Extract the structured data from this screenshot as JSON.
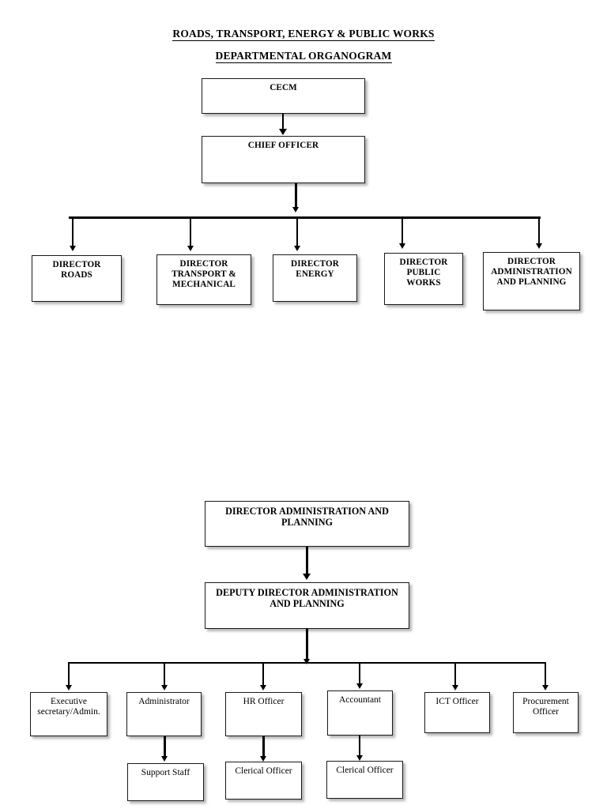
{
  "document": {
    "title_line_1": "ROADS, TRANSPORT, ENERGY & PUBLIC WORKS",
    "title_line_2": "DEPARTMENTAL ORGANOGRAM"
  },
  "chart_data": {
    "type": "diagram",
    "title": "ROADS, TRANSPORT, ENERGY & PUBLIC WORKS DEPARTMENTAL ORGANOGRAM",
    "charts": [
      {
        "name": "departmental-organogram",
        "levels": [
          {
            "level": 0,
            "nodes": [
              "CECM"
            ]
          },
          {
            "level": 1,
            "nodes": [
              "CHIEF OFFICER"
            ]
          },
          {
            "level": 2,
            "nodes": [
              "DIRECTOR\nROADS",
              "DIRECTOR\nTRANSPORT &\nMECHANICAL",
              "DIRECTOR\nENERGY",
              "DIRECTOR\nPUBLIC\nWORKS",
              "DIRECTOR\nADMINISTRATION\nAND PLANNING"
            ]
          }
        ],
        "edges": [
          {
            "from": "CECM",
            "to": "CHIEF OFFICER"
          },
          {
            "from": "CHIEF OFFICER",
            "to": "DIRECTOR ROADS"
          },
          {
            "from": "CHIEF OFFICER",
            "to": "DIRECTOR TRANSPORT & MECHANICAL"
          },
          {
            "from": "CHIEF OFFICER",
            "to": "DIRECTOR ENERGY"
          },
          {
            "from": "CHIEF OFFICER",
            "to": "DIRECTOR PUBLIC WORKS"
          },
          {
            "from": "CHIEF OFFICER",
            "to": "DIRECTOR ADMINISTRATION AND PLANNING"
          }
        ]
      },
      {
        "name": "administration-and-planning-organogram",
        "levels": [
          {
            "level": 0,
            "nodes": [
              "DIRECTOR ADMINISTRATION AND PLANNING"
            ]
          },
          {
            "level": 1,
            "nodes": [
              "DEPUTY DIRECTOR ADMINISTRATION AND PLANNING"
            ]
          },
          {
            "level": 2,
            "nodes": [
              "Executive secretary/Admin.",
              "Administrator",
              "HR Officer",
              "Accountant",
              "ICT Officer",
              "Procurement Officer"
            ]
          },
          {
            "level": 3,
            "nodes": [
              "Support Staff",
              "Clerical Officer",
              "Clerical Officer"
            ]
          }
        ],
        "edges": [
          {
            "from": "DIRECTOR ADMINISTRATION AND PLANNING",
            "to": "DEPUTY DIRECTOR ADMINISTRATION AND PLANNING"
          },
          {
            "from": "DEPUTY DIRECTOR ADMINISTRATION AND PLANNING",
            "to": "Executive secretary/Admin."
          },
          {
            "from": "DEPUTY DIRECTOR ADMINISTRATION AND PLANNING",
            "to": "Administrator"
          },
          {
            "from": "DEPUTY DIRECTOR ADMINISTRATION AND PLANNING",
            "to": "HR Officer"
          },
          {
            "from": "DEPUTY DIRECTOR ADMINISTRATION AND PLANNING",
            "to": "Accountant"
          },
          {
            "from": "DEPUTY DIRECTOR ADMINISTRATION AND PLANNING",
            "to": "ICT Officer"
          },
          {
            "from": "DEPUTY DIRECTOR ADMINISTRATION AND PLANNING",
            "to": "Procurement Officer"
          },
          {
            "from": "Administrator",
            "to": "Support Staff"
          },
          {
            "from": "HR Officer",
            "to": "Clerical Officer"
          },
          {
            "from": "Accountant",
            "to": "Clerical Officer"
          }
        ]
      }
    ]
  },
  "org_top": {
    "cecm": "CECM",
    "chief_officer": "CHIEF OFFICER",
    "directors": [
      {
        "label": "DIRECTOR\nROADS"
      },
      {
        "label": "DIRECTOR\nTRANSPORT &\nMECHANICAL"
      },
      {
        "label": "DIRECTOR\nENERGY"
      },
      {
        "label": "DIRECTOR\nPUBLIC\nWORKS"
      },
      {
        "label": "DIRECTOR\nADMINISTRATION\nAND PLANNING"
      }
    ]
  },
  "org_admin": {
    "director": "DIRECTOR ADMINISTRATION AND\nPLANNING",
    "deputy_director": "DEPUTY DIRECTOR ADMINISTRATION\nAND PLANNING",
    "officers": [
      {
        "label": "Executive\nsecretary/Admin."
      },
      {
        "label": "Administrator"
      },
      {
        "label": "HR Officer"
      },
      {
        "label": "Accountant"
      },
      {
        "label": "ICT Officer"
      },
      {
        "label": "Procurement\nOfficer"
      }
    ],
    "sub_staff": [
      {
        "label": "Support Staff"
      },
      {
        "label": "Clerical Officer"
      },
      {
        "label": "Clerical Officer"
      }
    ]
  }
}
